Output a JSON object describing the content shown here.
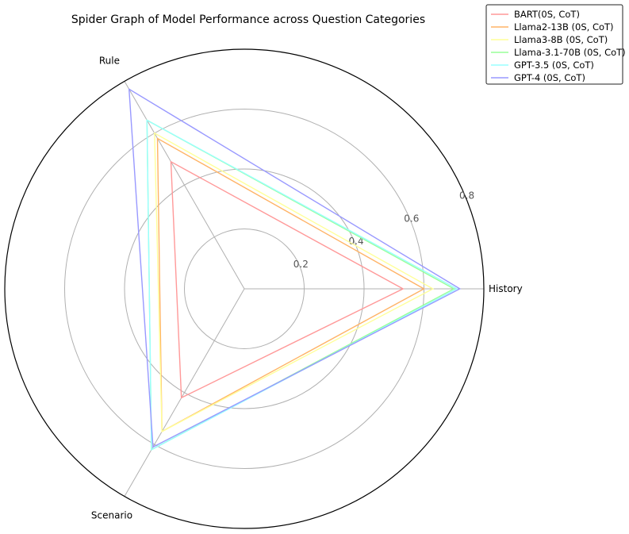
{
  "chart_data": {
    "type": "radar",
    "title": "Spider Graph of Model Performance across Question Categories",
    "categories": [
      "History",
      "Rule",
      "Scenario"
    ],
    "r_ticks": [
      "0.2",
      "0.4",
      "0.6",
      "0.8"
    ],
    "r_max": 0.8,
    "grid": true,
    "legend_position": "top-right",
    "series": [
      {
        "name": "BART(0S, CoT)",
        "color": "#ff9999",
        "values": [
          0.53,
          0.49,
          0.42
        ]
      },
      {
        "name": "Llama2-13B (0S, CoT)",
        "color": "#ffb366",
        "values": [
          0.6,
          0.58,
          0.55
        ]
      },
      {
        "name": "Llama3-8B (0S, CoT)",
        "color": "#ffff99",
        "values": [
          0.63,
          0.6,
          0.55
        ]
      },
      {
        "name": "Llama-3.1-70B (0S, CoT)",
        "color": "#99ff99",
        "values": [
          0.7,
          0.65,
          0.62
        ]
      },
      {
        "name": "GPT-3.5 (0S, CoT)",
        "color": "#99ffff",
        "values": [
          0.71,
          0.65,
          0.62
        ]
      },
      {
        "name": "GPT-4 (0S, CoT)",
        "color": "#9999ff",
        "values": [
          0.72,
          0.77,
          0.61
        ]
      }
    ]
  }
}
